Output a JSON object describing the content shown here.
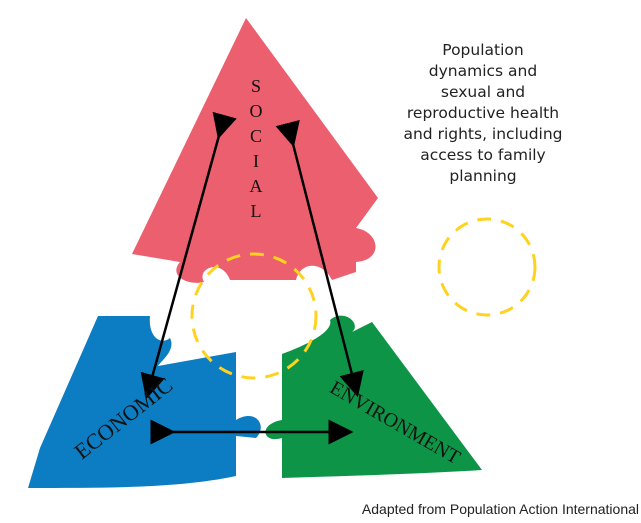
{
  "diagram": {
    "pieces": {
      "social": {
        "label_letters": [
          "S",
          "O",
          "C",
          "I",
          "A",
          "L"
        ],
        "color": "#EC5F6E"
      },
      "economic": {
        "label": "ECONOMIC",
        "color": "#0D7DC3"
      },
      "environment": {
        "label": "ENVIRONMENT",
        "color": "#0E9447"
      }
    },
    "arrow_color": "#000000",
    "dashed_circle_color": "#FFD21F",
    "legend_lines": [
      "Population",
      "dynamics and",
      "sexual and",
      "reproductive health",
      "and rights, including",
      "access to family",
      "planning"
    ],
    "credit": "Adapted from Population Action International"
  }
}
